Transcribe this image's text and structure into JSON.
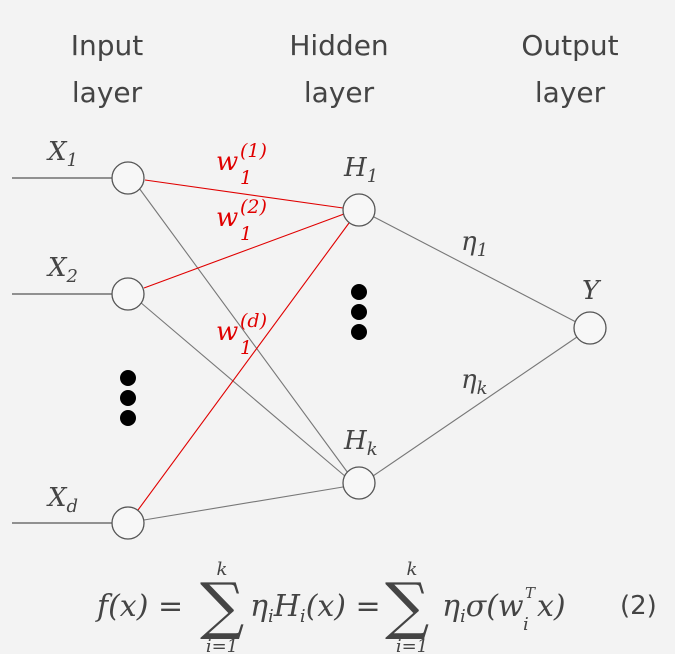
{
  "layers": {
    "input": [
      "Input",
      "layer"
    ],
    "hidden": [
      "Hidden",
      "layer"
    ],
    "output": [
      "Output",
      "layer"
    ]
  },
  "inputs": [
    {
      "base": "X",
      "sub": "1"
    },
    {
      "base": "X",
      "sub": "2"
    },
    {
      "base": "X",
      "sub": "d"
    }
  ],
  "hidden": [
    {
      "base": "H",
      "sub": "1"
    },
    {
      "base": "H",
      "sub": "k"
    }
  ],
  "output": {
    "base": "Y"
  },
  "weights": [
    {
      "base": "w",
      "sub": "1",
      "sup": "(1)"
    },
    {
      "base": "w",
      "sub": "1",
      "sup": "(2)"
    },
    {
      "base": "w",
      "sub": "1",
      "sup": "(d)"
    }
  ],
  "output_weights": [
    {
      "base": "η",
      "sub": "1"
    },
    {
      "base": "η",
      "sub": "k"
    }
  ],
  "formula": {
    "lhs": "f(x) =",
    "sum1_top": "k",
    "sum1_bottom": "i=1",
    "term1_eta": "η",
    "term1_eta_sub": "i",
    "term1_h": "H",
    "term1_h_sub": "i",
    "term1_rest": "(x) =",
    "sum2_top": "k",
    "sum2_bottom": "i=1",
    "term2_eta": "η",
    "term2_eta_sub": "i",
    "term2_sigma": "σ(w",
    "term2_w_sup": "T",
    "term2_w_sub": "i",
    "term2_rest": "x)",
    "eq_number": "(2)"
  },
  "colors": {
    "red_edges": "#e00000",
    "gray_edges": "#777777",
    "node_stroke": "#555555"
  }
}
